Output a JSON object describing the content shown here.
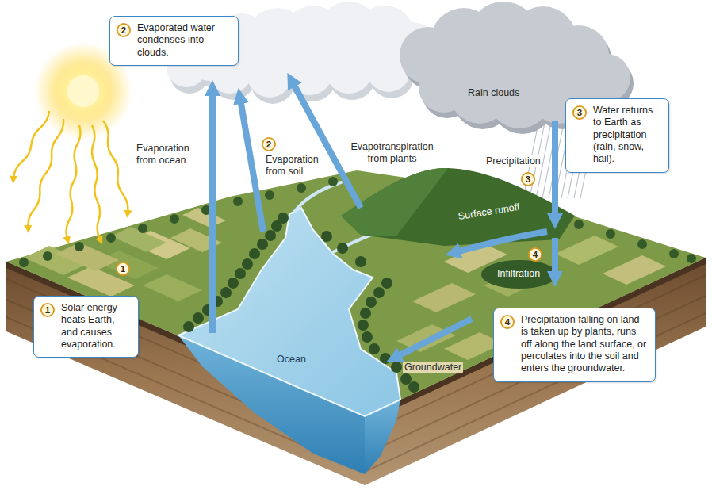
{
  "diagram": {
    "nodes": [
      {
        "text": [
          "Evaporated water condenses into clouds."
        ]
      },
      {
        "text": [
          "2"
        ],
        "in": 0
      },
      {
        "text": [
          "Water returns to Earth as precipitation (rain, snow, hail)."
        ]
      },
      {
        "text": [
          "3"
        ],
        "in": 2
      },
      {
        "text": [
          "2"
        ]
      },
      {
        "text": [
          "3"
        ]
      },
      {
        "text": [
          "1"
        ]
      },
      {
        "text": [
          "4"
        ]
      },
      {
        "text": [
          "Solar energy heats Earth, and causes evaporation."
        ]
      },
      {
        "text": [
          "1"
        ],
        "in": 8
      },
      {
        "text": [
          "Precipitation falling on land is taken up by plants, runs off along the land surface, or percolates into the soil and enters the groundwater."
        ]
      },
      {
        "text": [
          "4"
        ],
        "in": 10
      }
    ],
    "labels": [
      "Rain clouds",
      "Evaporation from ocean",
      "Evaporation from soil",
      "Evapotranspiration from plants",
      "Precipitation",
      "Surface runoff",
      "Infiltration",
      "Ocean",
      "Groundwater"
    ]
  }
}
